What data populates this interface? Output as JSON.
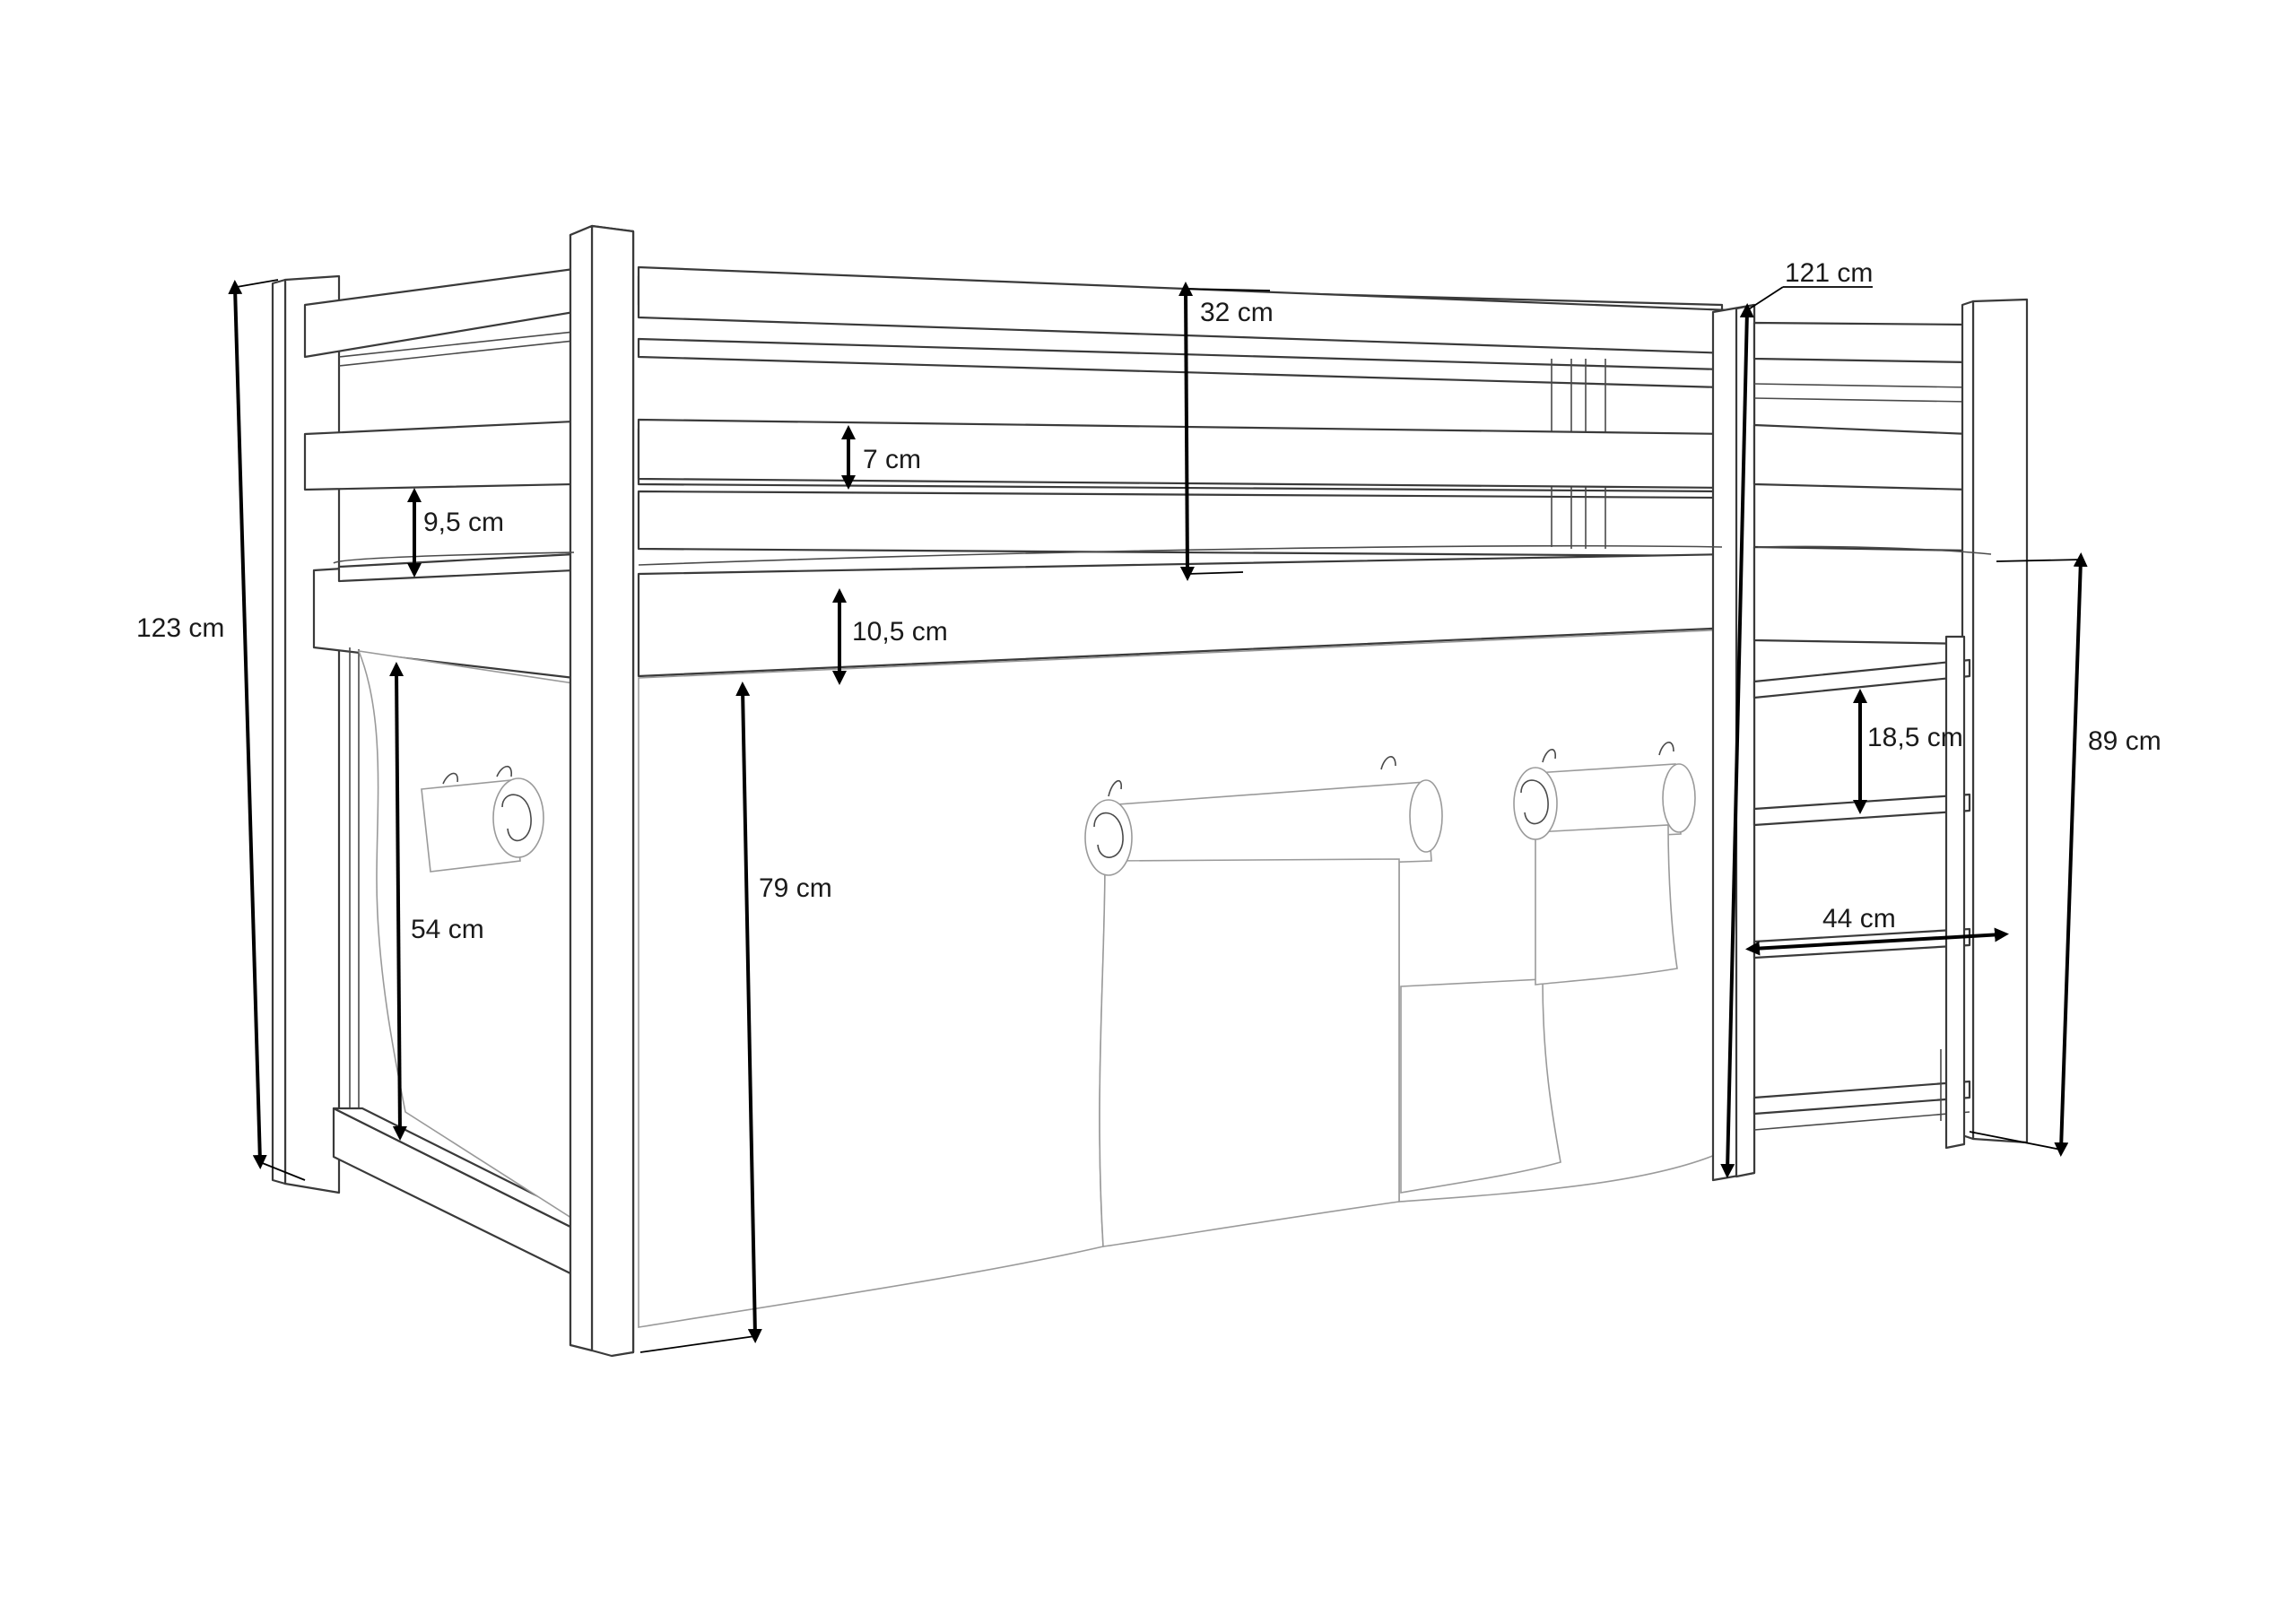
{
  "diagram": {
    "subject": "loft bed with play tent",
    "colors": {
      "line": "#3a3a3a",
      "fabric": "#9a9a9a",
      "dimension": "#000000",
      "background": "#ffffff"
    },
    "dimensions": {
      "height_total": "123 cm",
      "rail_height": "32 cm",
      "rail_board": "7 cm",
      "rail_gap": "9,5 cm",
      "frame_board": "10,5 cm",
      "under_height": "79 cm",
      "inner_height": "54 cm",
      "width_total": "121 cm",
      "ladder_step_gap": "18,5 cm",
      "ladder_width": "44 cm",
      "ladder_height": "89 cm"
    }
  }
}
